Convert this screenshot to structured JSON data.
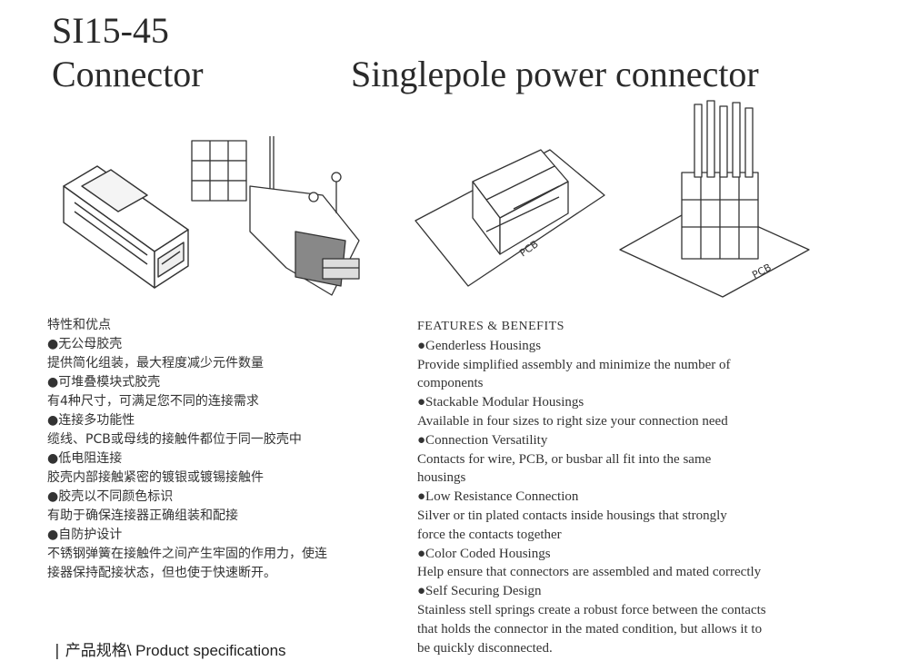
{
  "header": {
    "model": "SI15-45",
    "connector": "Connector",
    "headline": "Singlepole power connector"
  },
  "illustrations": {
    "pcb_label_1": "PCB",
    "pcb_label_2": "PCB"
  },
  "features_cn": [
    "特性和优点",
    "●无公母胶壳",
    "提供简化组装，最大程度减少元件数量",
    "●可堆叠模块式胶壳",
    "有4种尺寸，可满足您不同的连接需求",
    "●连接多功能性",
    "缆线、PCB或母线的接触件都位于同一胶壳中",
    "●低电阻连接",
    "胶壳内部接触紧密的镀银或镀锡接触件",
    "●胶壳以不同颜色标识",
    "有助于确保连接器正确组装和配接",
    "●自防护设计",
    "不锈钢弹簧在接触件之间产生牢固的作用力，使连",
    "接器保持配接状态，但也使于快速断开。"
  ],
  "features_en": [
    "FEATURES & BENEFITS",
    "●Genderless Housings",
    "Provide simplified assembly and minimize the number of",
    "components",
    "●Stackable Modular Housings",
    "Available in four sizes to right size your connection need",
    "●Connection Versatility",
    "Contacts for wire, PCB, or busbar all fit into the same",
    "housings",
    "●Low Resistance Connection",
    "Silver or tin plated contacts inside housings that strongly",
    "force the contacts together",
    "●Color Coded Housings",
    "Help ensure that connectors are assembled and mated correctly",
    "●Self Securing Design",
    "Stainless stell springs create a robust force between the contacts",
    "that holds the connector in the mated condition, but allows it to",
    "be quickly disconnected."
  ],
  "specs_heading": {
    "bar": "|",
    "cn": "产品规格",
    "en": "\\ Product specifications"
  }
}
